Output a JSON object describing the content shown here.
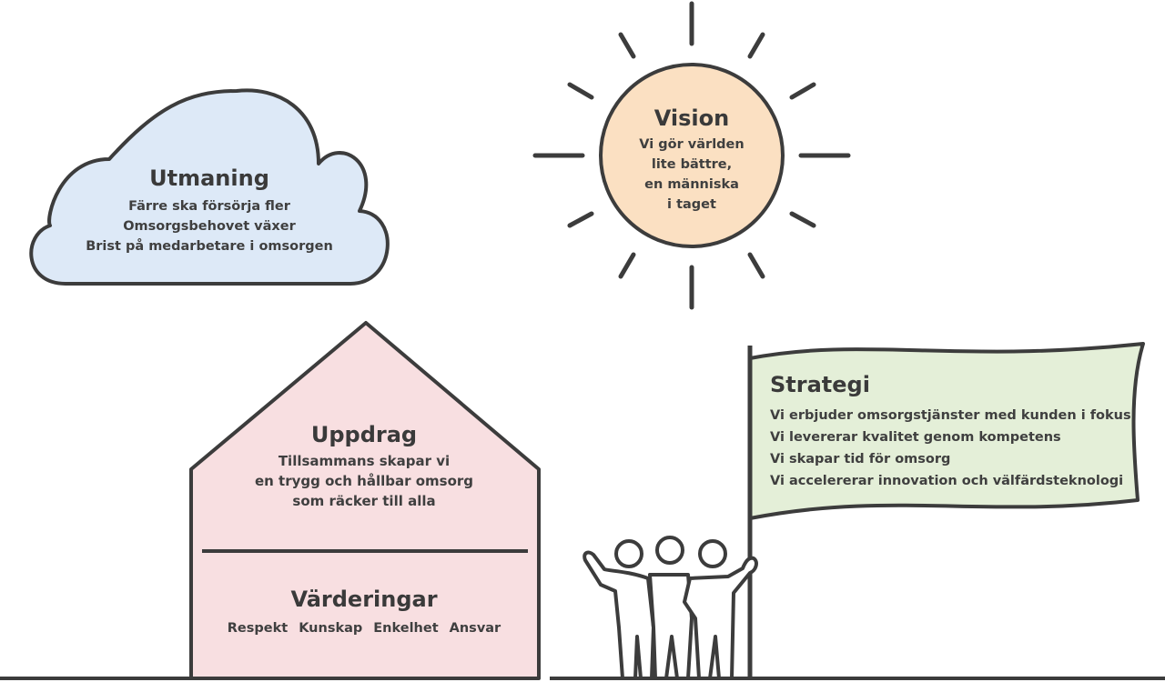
{
  "colors": {
    "outline": "#3c3c3c",
    "cloud_fill": "#dde9f7",
    "sun_fill": "#fbe0c2",
    "house_fill": "#f8dfe1",
    "flag_fill": "#e4efd8"
  },
  "challenge": {
    "title": "Utmaning",
    "lines": [
      "Färre ska försörja fler",
      "Omsorgsbehovet växer",
      "Brist på medarbetare i omsorgen"
    ]
  },
  "vision": {
    "title": "Vision",
    "lines": [
      "Vi gör världen",
      "lite bättre,",
      "en människa",
      "i taget"
    ]
  },
  "mission": {
    "title": "Uppdrag",
    "lines": [
      "Tillsammans skapar vi",
      "en trygg och hållbar omsorg",
      "som räcker till alla"
    ]
  },
  "values": {
    "title": "Värderingar",
    "items": [
      "Respekt",
      "Kunskap",
      "Enkelhet",
      "Ansvar"
    ]
  },
  "strategy": {
    "title": "Strategi",
    "lines": [
      "Vi erbjuder omsorgstjänster med kunden i fokus",
      "Vi levererar kvalitet genom kompetens",
      "Vi skapar tid för omsorg",
      "Vi accelererar innovation och välfärdsteknologi"
    ]
  }
}
